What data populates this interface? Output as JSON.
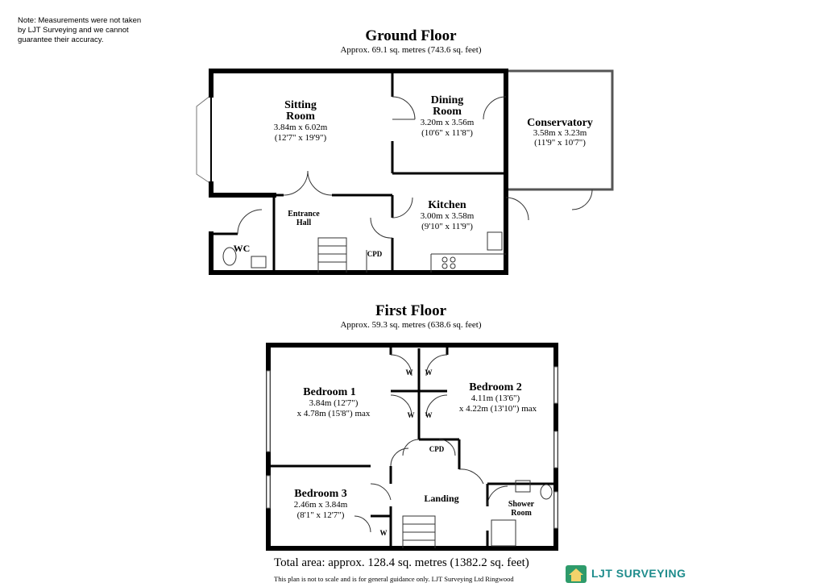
{
  "note": [
    "Note: Measurements were not taken",
    "by LJT Surveying and we cannot",
    " guarantee their accuracy."
  ],
  "ground_floor": {
    "title": "Ground Floor",
    "area": "Approx. 69.1 sq. metres (743.6 sq. feet)",
    "rooms": {
      "sitting": {
        "name1": "Sitting",
        "name2": "Room",
        "metric": "3.84m x 6.02m",
        "imperial": "(12'7\" x 19'9\")"
      },
      "dining": {
        "name1": "Dining",
        "name2": "Room",
        "metric": "3.20m x 3.56m",
        "imperial": "(10'6\" x 11'8\")"
      },
      "conservatory": {
        "name": "Conservatory",
        "metric": "3.58m x 3.23m",
        "imperial": "(11'9\" x 10'7\")"
      },
      "kitchen": {
        "name": "Kitchen",
        "metric": "3.00m x 3.58m",
        "imperial": "(9'10\" x 11'9\")"
      },
      "hall": {
        "name1": "Entrance",
        "name2": "Hall"
      },
      "wc": {
        "name": "WC"
      },
      "cpd": {
        "name": "CPD"
      }
    }
  },
  "first_floor": {
    "title": "First Floor",
    "area": "Approx. 59.3 sq. metres (638.6 sq. feet)",
    "rooms": {
      "bed1": {
        "name": "Bedroom 1",
        "line1": "3.84m (12'7\")",
        "line2": "x 4.78m (15'8\") max"
      },
      "bed2": {
        "name": "Bedroom 2",
        "line1": "4.11m (13'6\")",
        "line2": "x 4.22m (13'10\") max"
      },
      "bed3": {
        "name": "Bedroom 3",
        "metric": "2.46m x 3.84m",
        "imperial": "(8'1\" x 12'7\")"
      },
      "landing": {
        "name": "Landing"
      },
      "shower": {
        "name1": "Shower",
        "name2": "Room"
      },
      "cpd": {
        "name": "CPD"
      },
      "w": "W"
    }
  },
  "total": "Total area: approx. 128.4 sq. metres (1382.2 sq. feet)",
  "disclaimer": "This plan is not to scale and is for general guidance only. LJT Surveying Ltd Ringwood",
  "logo": {
    "text": "LJT SURVEYING",
    "color": "#1e8c8c"
  }
}
